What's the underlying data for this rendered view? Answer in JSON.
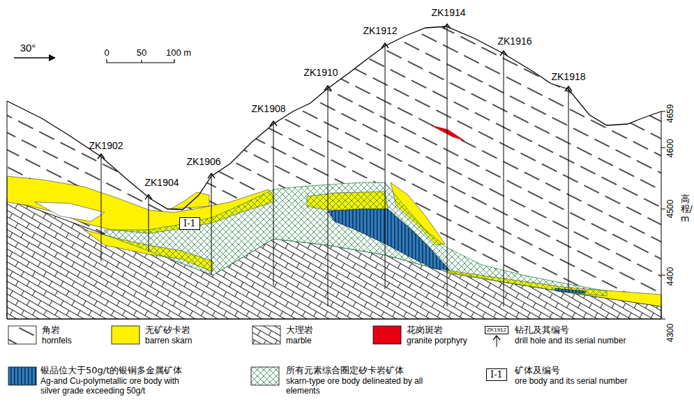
{
  "diagram": {
    "nodes": [
      {
        "text": [
          "Ⅰ-1"
        ]
      },
      {
        "text": [
          "Ⅰ-1"
        ]
      }
    ],
    "labels": [
      "30°",
      "0",
      "50",
      "100 m",
      "ZK1902",
      "ZK1904",
      "ZK1906",
      "ZK1908",
      "ZK1910",
      "ZK1912",
      "ZK1914",
      "ZK1916",
      "ZK1918",
      "4659",
      "4600",
      "4500",
      "4400",
      "4300",
      "高程/m",
      "hornfels",
      "barren skarn",
      "marble",
      "granite porphyry",
      "ZK1912",
      "drill hole and its serial number",
      "Ag-and Cu-polymetallic ore body with silver grade exceeding 50g/t",
      "skarn-type ore body delineated by all elements",
      "ore body and its serial number"
    ],
    "legend": [
      {
        "text": "角岩"
      },
      {
        "text": "无矿矽卡岩",
        "color": "#fff200"
      },
      {
        "text": "大理岩"
      },
      {
        "text": "花岗斑岩",
        "color": "#e60012"
      },
      {
        "text": "钻孔及其编号"
      },
      {
        "text": "银品位大于50g/t的银铜多金属矿体"
      },
      {
        "text": "所有元素综合圈定矽卡岩矿体"
      },
      {
        "text": "矿体及编号"
      }
    ]
  }
}
